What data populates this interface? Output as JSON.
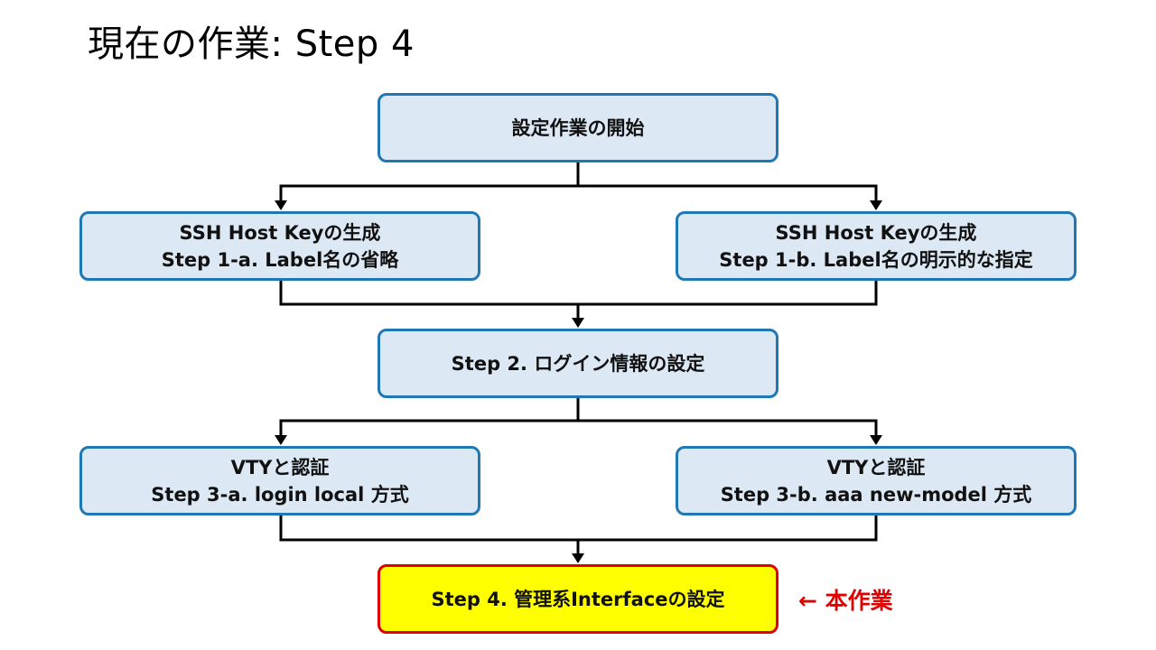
{
  "title": "現在の作業: Step 4",
  "steps": {
    "start": {
      "line1": "設定作業の開始"
    },
    "step1a": {
      "line1": "SSH Host Keyの生成",
      "line2": "Step 1-a. Label名の省略"
    },
    "step1b": {
      "line1": "SSH Host Keyの生成",
      "line2": "Step 1-b. Label名の明示的な指定"
    },
    "step2": {
      "line1": "Step 2. ログイン情報の設定"
    },
    "step3a": {
      "line1": "VTYと認証",
      "line2": "Step 3-a. login local 方式"
    },
    "step3b": {
      "line1": "VTYと認証",
      "line2": "Step 3-b. aaa new-model 方式"
    },
    "step4": {
      "line1": "Step 4. 管理系Interfaceの設定"
    }
  },
  "current_note": "← 本作業",
  "colors": {
    "box_fill": "#dce9f5",
    "box_border": "#1f78b4",
    "current_fill": "#ffff00",
    "current_border": "#e00000",
    "note": "#e00000"
  }
}
